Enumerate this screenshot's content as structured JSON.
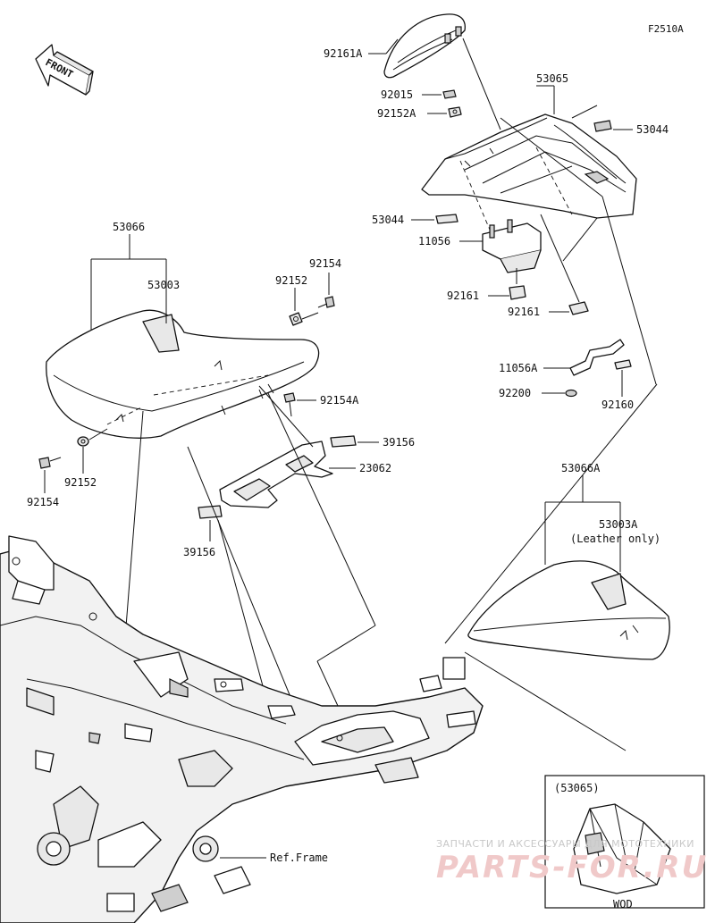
{
  "figure_code": "F2510A",
  "front_label": "FRONT",
  "labels": {
    "p92161A": "92161A",
    "p92015": "92015",
    "p92152A": "92152A",
    "p53065": "53065",
    "p53044_top": "53044",
    "p53044_left": "53044",
    "p11056": "11056",
    "p92161_a": "92161",
    "p92161_b": "92161",
    "p11056A": "11056A",
    "p92200": "92200",
    "p92160": "92160",
    "p53066": "53066",
    "p53003": "53003",
    "p92154_top": "92154",
    "p92152_top": "92152",
    "p92154A": "92154A",
    "p39156_right": "39156",
    "p23062": "23062",
    "p92152_bottom": "92152",
    "p92154_bottom": "92154",
    "p39156_left": "39156",
    "p53066A": "53066A",
    "p53003A": "53003A",
    "leather_note": "(Leather only)",
    "ref_frame": "Ref.Frame",
    "inset_code": "(53065)",
    "inset_variant": "WOD"
  },
  "watermark": {
    "line1": "ЗАПЧАСТИ И АКСЕССУАРЫ ДЛЯ МОТОТЕХНИКИ",
    "line2": "PARTS-FOR.RU"
  }
}
